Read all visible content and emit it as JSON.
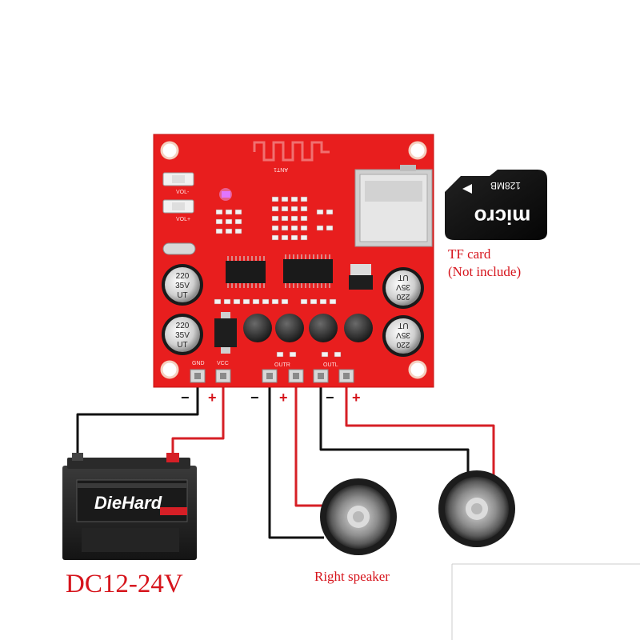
{
  "labels": {
    "tf_card": "TF card",
    "tf_note": "(Not include)",
    "power": "DC12-24V",
    "speaker": "Right speaker"
  },
  "board": {
    "terminals": [
      "GND",
      "VCC",
      "OUTR",
      "OUTL"
    ],
    "antenna": "ANT1",
    "buttons": [
      "VOL-",
      "VOL+"
    ],
    "capacitor_marking": [
      "220",
      "35V",
      "UT"
    ]
  },
  "battery": {
    "brand": "DieHard"
  },
  "sd_card": {
    "capacity": "128MB",
    "logo": "micro"
  },
  "signs": {
    "minus": "−",
    "plus": "+"
  },
  "colors": {
    "board": "#e81e1e",
    "wire_red": "#d61f26",
    "wire_black": "#111111",
    "label_red": "#d6141c"
  }
}
